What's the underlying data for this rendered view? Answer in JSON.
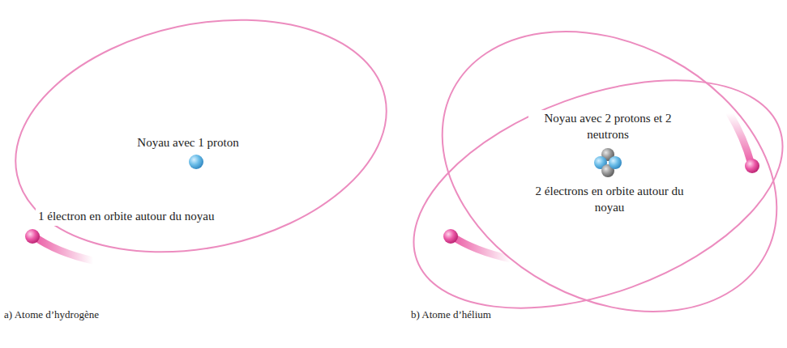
{
  "diagram": {
    "labels": [
      "Noyau avec 1 proton",
      "1 électron en orbite autour du noyau",
      "a) Atome d’hydrogène",
      "Noyau avec 2 protons et 2 neutrons",
      "2 électrons en orbite autour du noyau",
      "b) Atome d’hélium"
    ]
  }
}
